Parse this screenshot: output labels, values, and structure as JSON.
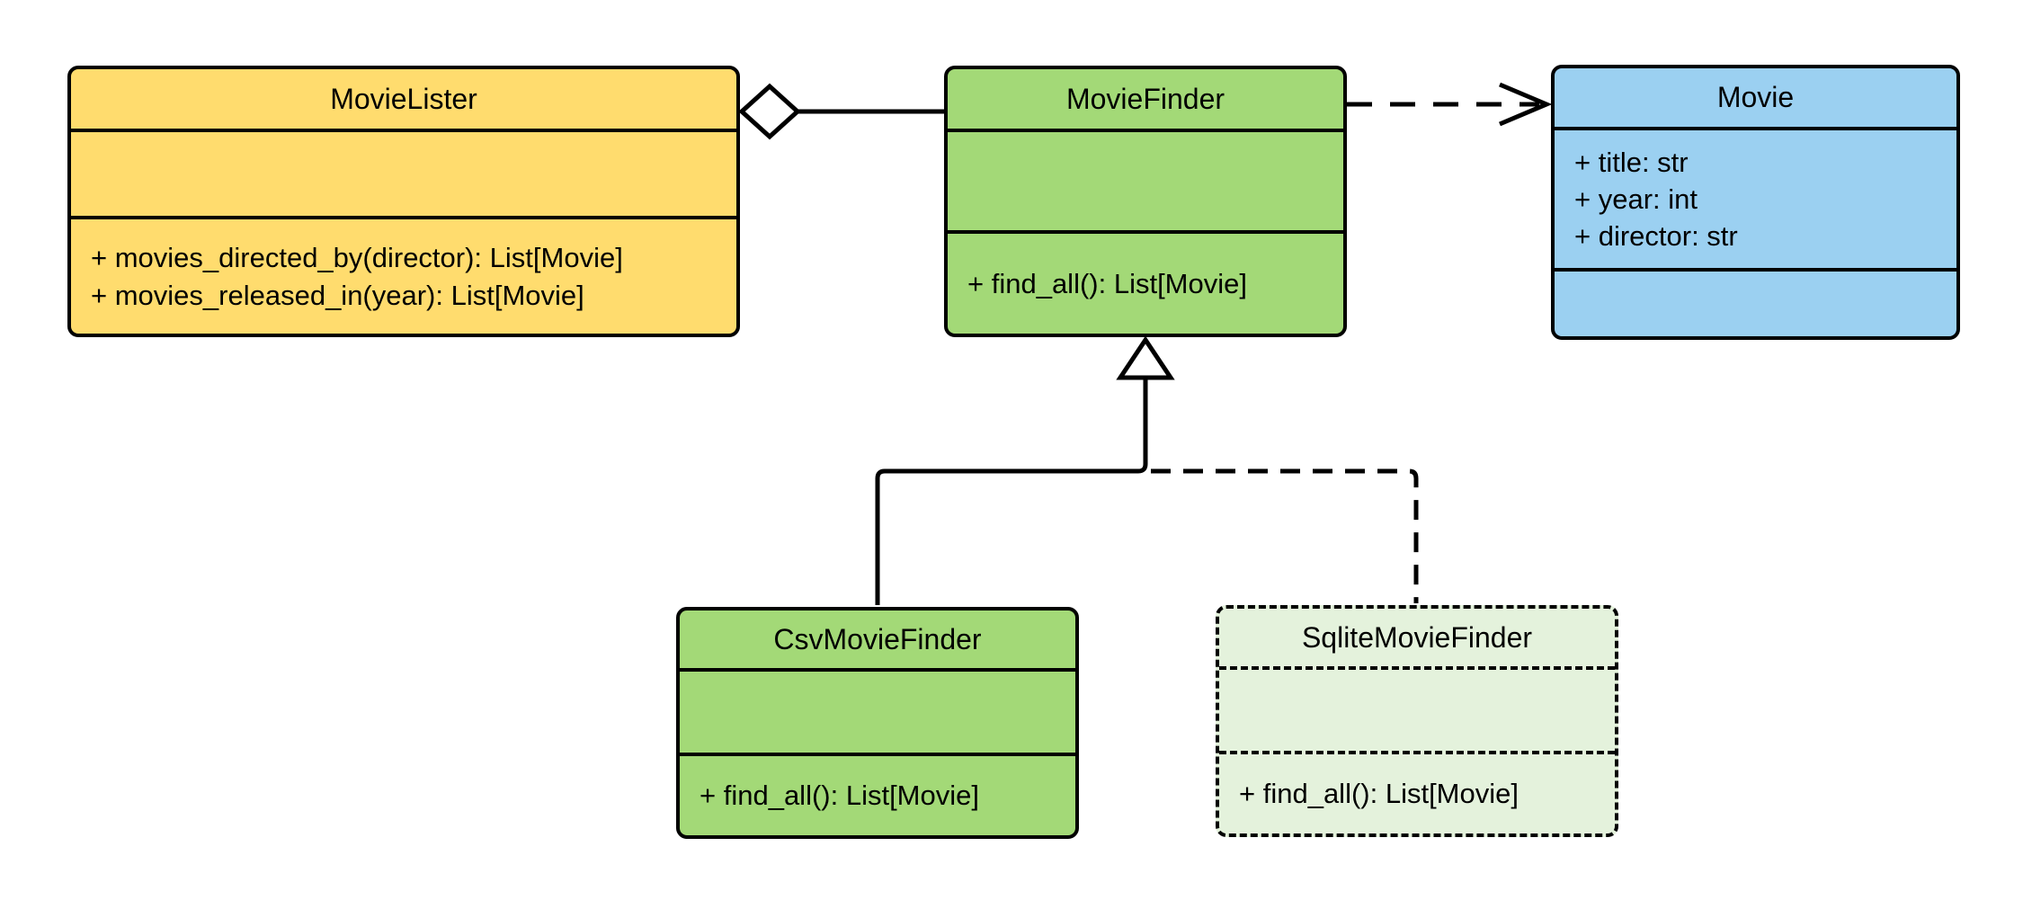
{
  "diagram": {
    "kind": "uml-class-diagram",
    "background_color": "#FFFFFF",
    "line_color": "#000000",
    "classes": [
      {
        "name": "MovieLister",
        "fill": "#FFDC6E",
        "border_style": "solid",
        "attributes": [],
        "methods": [
          "+ movies_directed_by(director): List[Movie]",
          "+ movies_released_in(year): List[Movie]"
        ]
      },
      {
        "name": "MovieFinder",
        "fill": "#A3D977",
        "border_style": "solid",
        "attributes": [],
        "methods": [
          "+ find_all(): List[Movie]"
        ]
      },
      {
        "name": "Movie",
        "fill": "#9BD0F1",
        "border_style": "solid",
        "attributes": [
          "+ title: str",
          "+ year: int",
          "+ director: str"
        ],
        "methods": []
      },
      {
        "name": "CsvMovieFinder",
        "fill": "#A3D977",
        "border_style": "solid",
        "attributes": [],
        "methods": [
          "+ find_all(): List[Movie]"
        ]
      },
      {
        "name": "SqliteMovieFinder",
        "fill": "#E4F2DC",
        "border_style": "dashed",
        "attributes": [],
        "methods": [
          "+ find_all(): List[Movie]"
        ]
      }
    ],
    "relations": [
      {
        "type": "aggregation",
        "from": "MovieLister",
        "to": "MovieFinder",
        "line": "solid"
      },
      {
        "type": "dependency",
        "from": "MovieFinder",
        "to": "Movie",
        "line": "dashed"
      },
      {
        "type": "generalization",
        "from": "CsvMovieFinder",
        "to": "MovieFinder",
        "line": "solid"
      },
      {
        "type": "generalization",
        "from": "SqliteMovieFinder",
        "to": "MovieFinder",
        "line": "dashed"
      }
    ]
  }
}
